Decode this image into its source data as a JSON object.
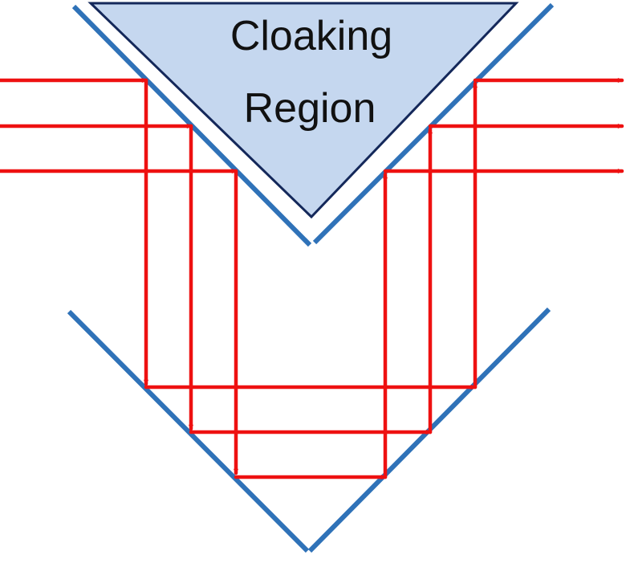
{
  "region": {
    "label_line1": "Cloaking",
    "label_line2": "Region",
    "fill_color": "#c5d7ef",
    "edge_color": "#14285a"
  },
  "mirror_color": "#2f72b8",
  "ray_color": "#ee1111",
  "ray_count": 3
}
